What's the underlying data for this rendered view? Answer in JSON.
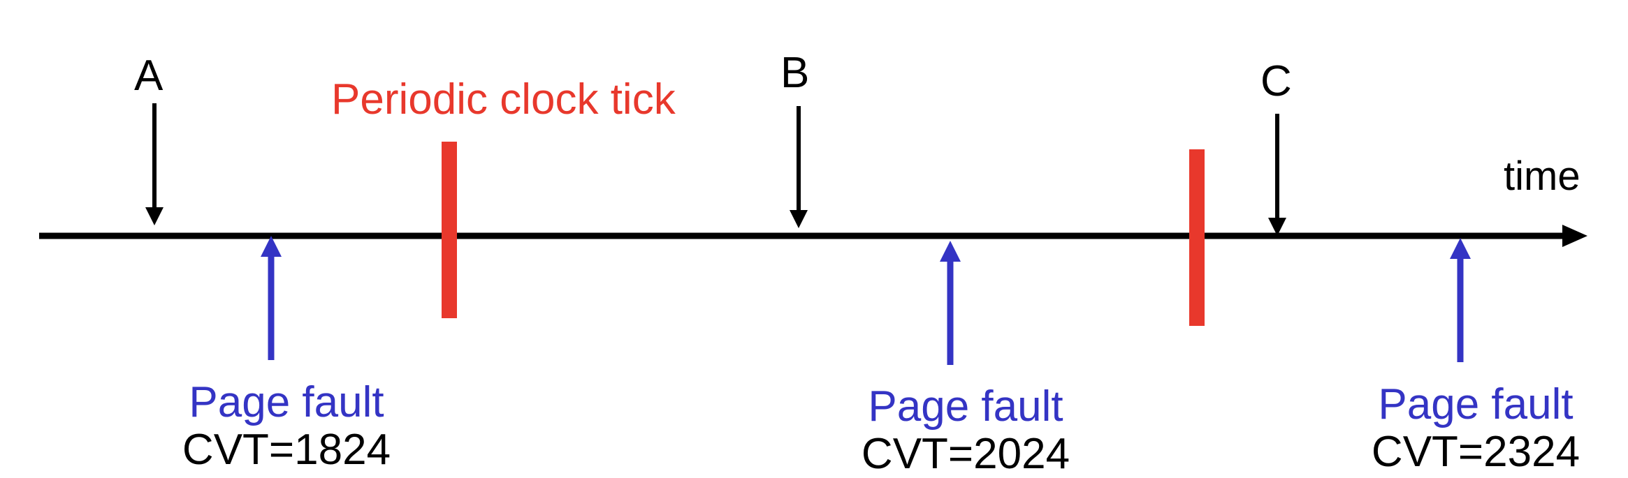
{
  "colors": {
    "axis": "#000000",
    "event_arrow": "#000000",
    "clock_tick": "#e8382c",
    "page_fault": "#3434c4",
    "text": "#000000"
  },
  "axis": {
    "label": "time"
  },
  "clock_tick": {
    "label": "Periodic clock tick"
  },
  "events": [
    {
      "label": "A"
    },
    {
      "label": "B"
    },
    {
      "label": "C"
    }
  ],
  "page_faults": [
    {
      "label": "Page fault",
      "cvt": "CVT=1824"
    },
    {
      "label": "Page fault",
      "cvt": "CVT=2024"
    },
    {
      "label": "Page fault",
      "cvt": "CVT=2324"
    }
  ]
}
